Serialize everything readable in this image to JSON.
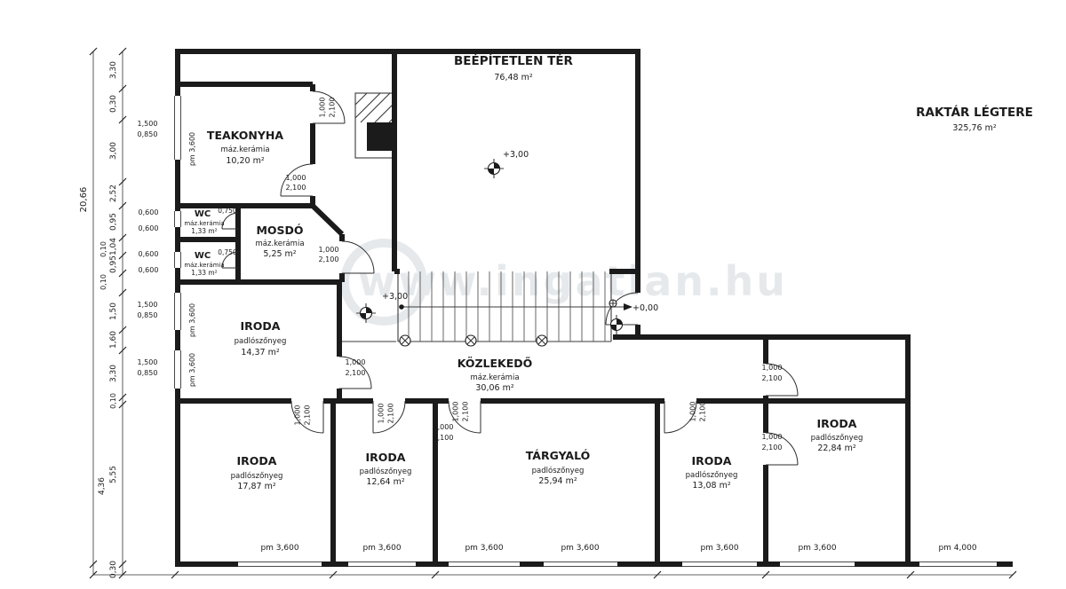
{
  "plan": {
    "watermark": "www.ingatlan.hu",
    "rooms": {
      "beepitetlen": {
        "name": "BEÉPÍTETLEN TÉR",
        "area": "76,48 m²"
      },
      "raktar": {
        "name": "RAKTÁR LÉGTERE",
        "area": "325,76 m²"
      },
      "teakonyha": {
        "name": "TEAKONYHA",
        "finish": "máz.kerámia",
        "area": "10,20 m²"
      },
      "wc1": {
        "name": "WC",
        "finish": "máz.kerámia",
        "area": "1,33 m²"
      },
      "mosdo": {
        "name": "MOSDÓ",
        "finish": "máz.kerámia",
        "area": "5,25 m²"
      },
      "wc2": {
        "name": "WC",
        "finish": "máz.kerámia",
        "area": "1,33 m²"
      },
      "iroda1": {
        "name": "IRODA",
        "finish": "padlószőnyeg",
        "area": "14,37 m²"
      },
      "kozlekedo": {
        "name": "KÖZLEKEDŐ",
        "finish": "máz.kerámia",
        "area": "30,06 m²"
      },
      "iroda2": {
        "name": "IRODA",
        "finish": "padlószőnyeg",
        "area": "17,87 m²"
      },
      "iroda3": {
        "name": "IRODA",
        "finish": "padlószőnyeg",
        "area": "12,64 m²"
      },
      "targyalo": {
        "name": "TÁRGYALÓ",
        "finish": "padlószőnyeg",
        "area": "25,94 m²"
      },
      "iroda4": {
        "name": "IRODA",
        "finish": "padlószőnyeg",
        "area": "13,08 m²"
      },
      "iroda5": {
        "name": "IRODA",
        "finish": "padlószőnyeg",
        "area": "22,84 m²"
      }
    },
    "levels": {
      "upper": "+3,00",
      "stair": "+3,00",
      "ground": "+0,00"
    },
    "doors": {
      "w": "1,000",
      "h": "2,100",
      "wc": "0,750"
    },
    "windows": {
      "w": "1,500",
      "h": "0,850",
      "small": "0,600",
      "pm36": "pm 3,600",
      "pm40": "pm 4,000"
    },
    "dims": {
      "overall": "20,66",
      "chain": [
        "3,30",
        "0,30",
        "3,00",
        "2,52",
        "0,95",
        "1,04",
        "0,95",
        "1,50",
        "1,60",
        "3,30",
        "0,10",
        "5,55",
        "0,30"
      ],
      "extras": [
        "0,10",
        "0,10",
        "4,36"
      ]
    }
  }
}
